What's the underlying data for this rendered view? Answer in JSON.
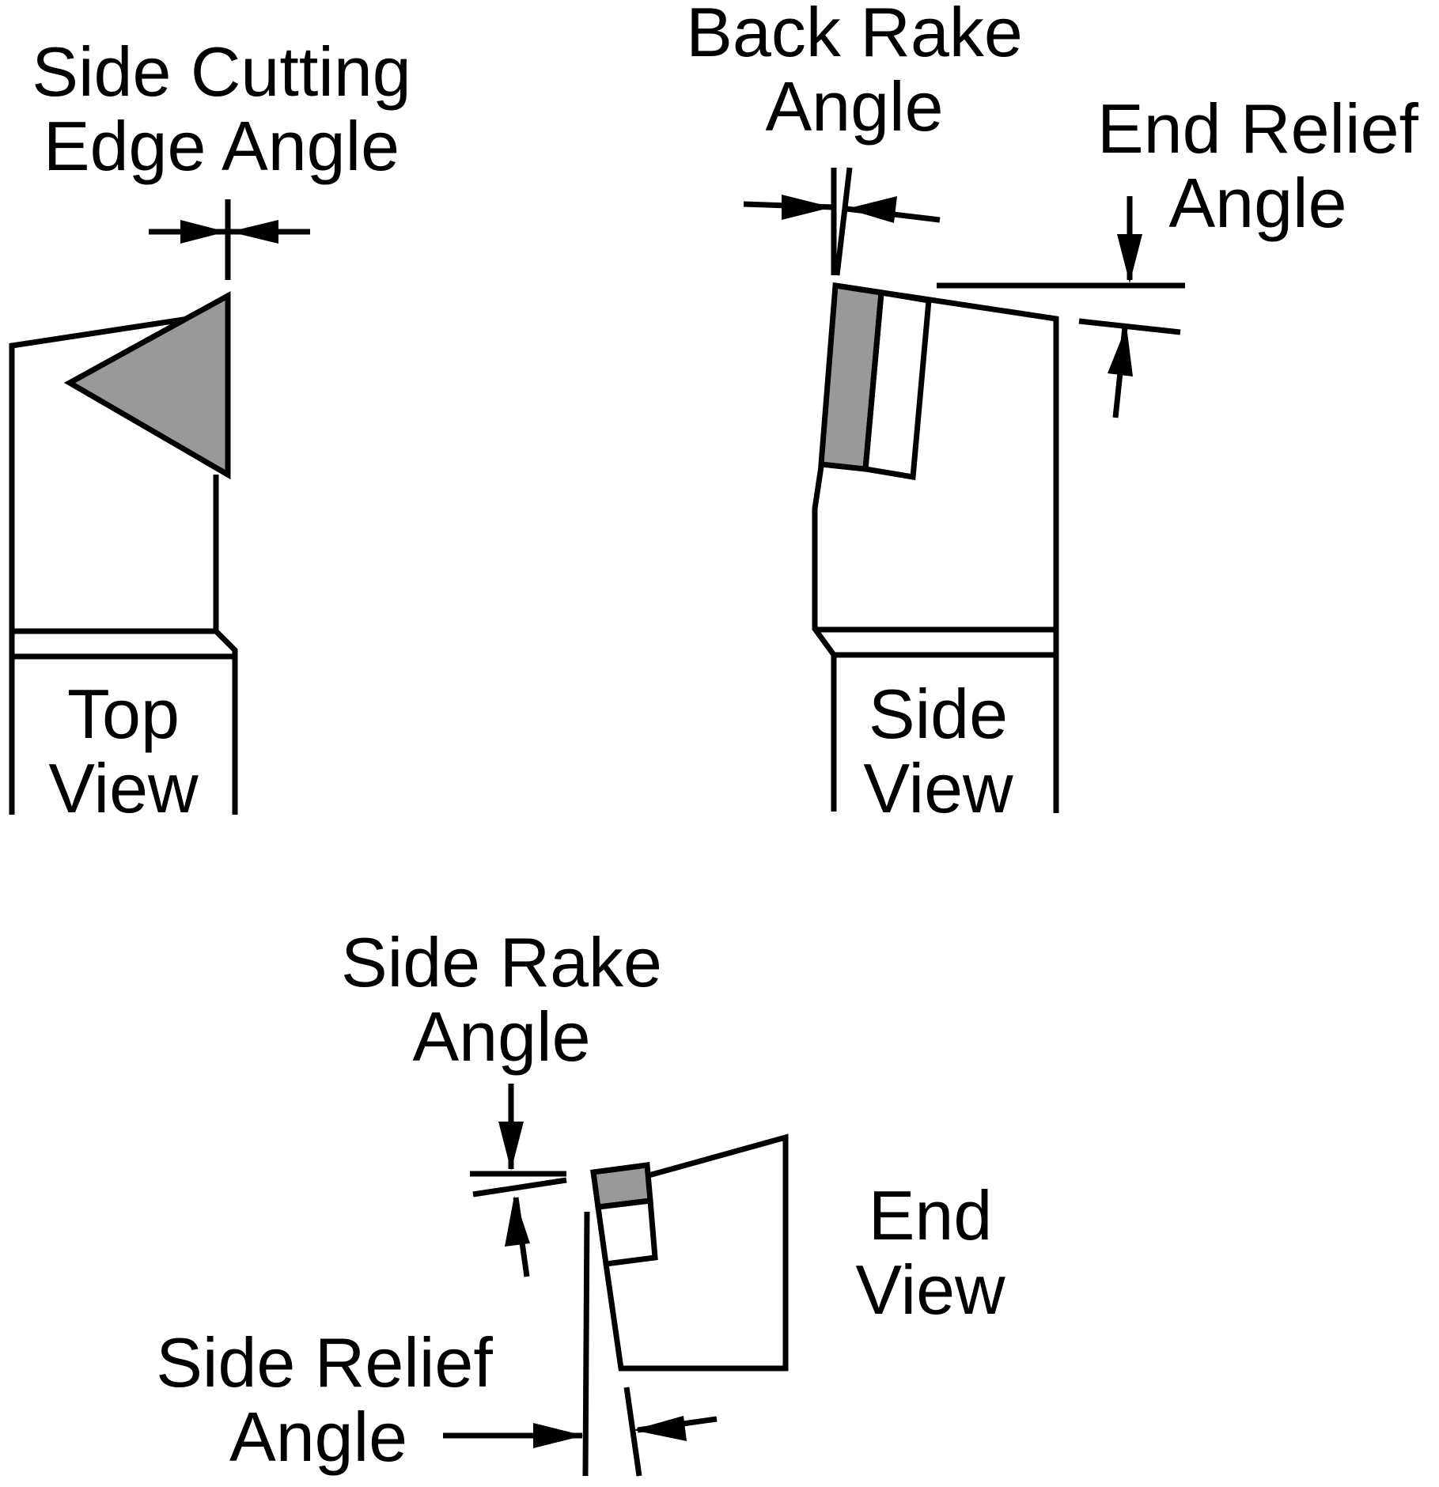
{
  "colors": {
    "stroke": "#000000",
    "insert_fill": "#999999",
    "background": "#ffffff"
  },
  "labels": {
    "side_cutting_edge_angle": {
      "line1": "Side Cutting",
      "line2": "Edge Angle"
    },
    "back_rake_angle": {
      "line1": "Back Rake",
      "line2": "Angle"
    },
    "end_relief_angle": {
      "line1": "End Relief",
      "line2": "Angle"
    },
    "top_view": {
      "line1": "Top",
      "line2": "View"
    },
    "side_view": {
      "line1": "Side",
      "line2": "View"
    },
    "side_rake_angle": {
      "line1": "Side Rake",
      "line2": "Angle"
    },
    "end_view": {
      "line1": "End",
      "line2": "View"
    },
    "side_relief_angle": {
      "line1": "Side Relief",
      "line2": "Angle"
    }
  }
}
